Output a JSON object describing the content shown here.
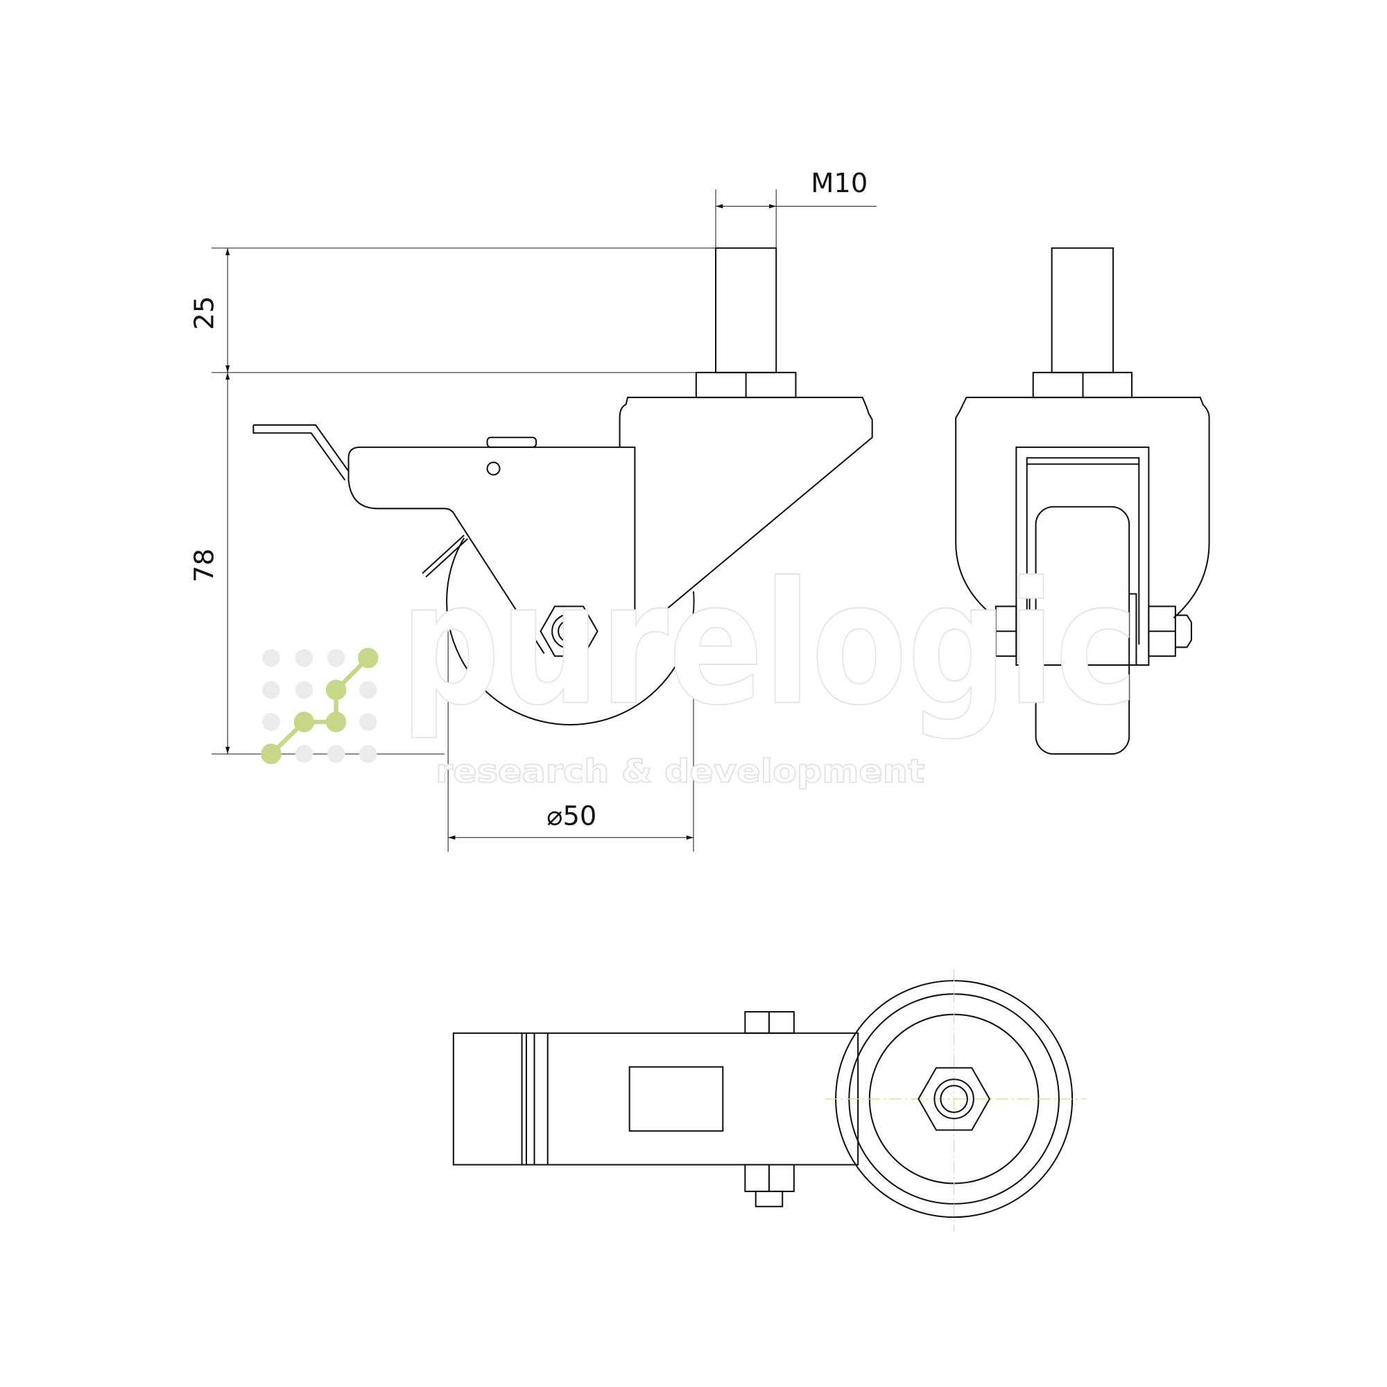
{
  "drawing": {
    "dimensions": {
      "thread": "M10",
      "stem_height": "25",
      "total_height": "78",
      "wheel_diameter": "⌀50"
    },
    "views": [
      "side-view",
      "front-view",
      "bottom-view"
    ]
  },
  "watermark": {
    "brand": "purelogic",
    "tagline": "research & development",
    "accent_color": "#c5d88a"
  }
}
